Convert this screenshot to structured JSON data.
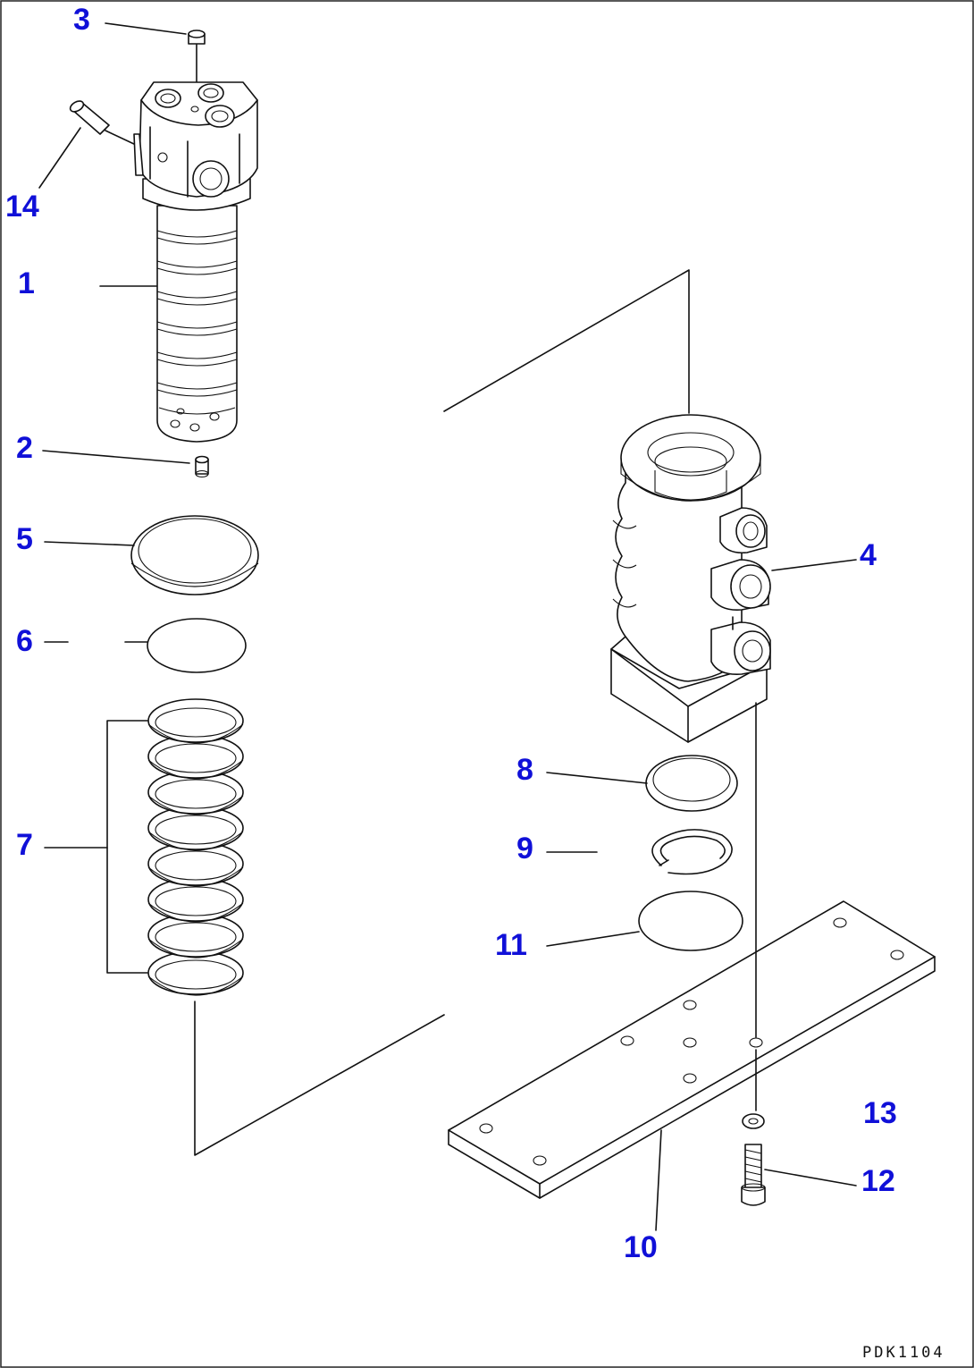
{
  "diagram": {
    "drawing_code": "PDK1104",
    "callouts": {
      "c1": "1",
      "c2": "2",
      "c3": "3",
      "c4": "4",
      "c5": "5",
      "c6": "6",
      "c7": "7",
      "c8": "8",
      "c9": "9",
      "c10": "10",
      "c11": "11",
      "c12": "12",
      "c13": "13",
      "c14": "14"
    },
    "colors": {
      "callout": "#1010d8",
      "linework": "#111111",
      "background": "#ffffff"
    }
  }
}
